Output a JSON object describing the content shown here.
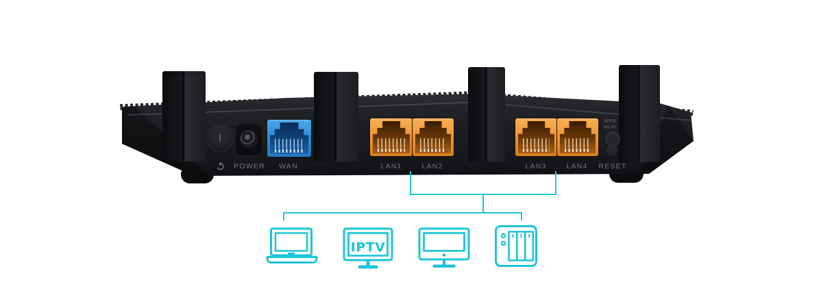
{
  "device": {
    "type": "wireless-router-rear-panel",
    "labels": {
      "power": "POWER",
      "wan": "WAN",
      "lan1": "LAN1",
      "lan2": "LAN2",
      "lan3": "LAN3",
      "lan4": "LAN4",
      "wps": "WPS",
      "wifi": "Wi-Fi",
      "reset": "RESET"
    }
  },
  "diagram": {
    "iptv_label": "IPTV",
    "connected_devices": [
      "laptop",
      "iptv-set-top",
      "desktop-monitor",
      "nas-storage"
    ],
    "line_color": "#1ec4d6"
  },
  "colors": {
    "wan_port": "#2f8ed6",
    "lan_port": "#f0973a",
    "accent_teal": "#1ec4d6",
    "chassis": "#1d1e22",
    "label_text": "#73747a"
  }
}
